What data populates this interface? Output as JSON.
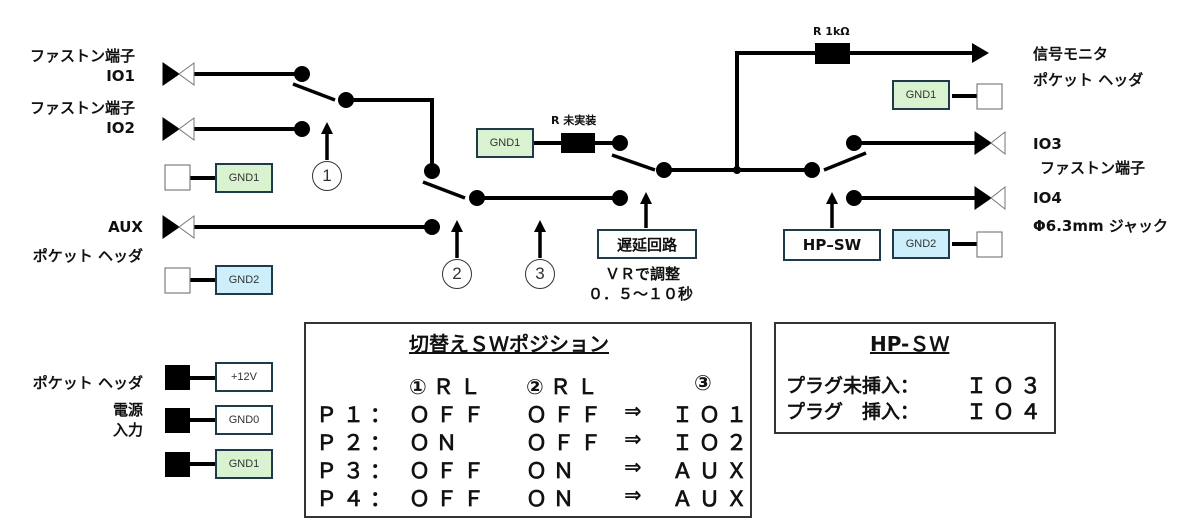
{
  "left_labels": {
    "io1_line1": "ファストン端子",
    "io1_line2": "IO1",
    "io2_line1": "ファストン端子",
    "io2_line2": "IO2",
    "aux_line1": "AUX",
    "aux_line2": "ポケット ヘッダ",
    "power_line1": "ポケット ヘッダ",
    "power_line2": "電源",
    "power_line3": "入力"
  },
  "right_labels": {
    "monitor_line1": "信号モニタ",
    "monitor_line2": "ポケット ヘッダ",
    "io3_line1": "IO3",
    "io3_line2": "ファストン端子",
    "io4_line1": "IO4",
    "io4_line2": "Φ6.3mm ジャック"
  },
  "gnd_boxes": {
    "left_gnd1": "GND1",
    "left_gnd2": "GND2",
    "power_12v": "+12V",
    "power_gnd0": "GND0",
    "power_gnd1": "GND1",
    "mid_gnd1": "GND1",
    "monitor_gnd1": "GND1",
    "io4_gnd2": "GND2"
  },
  "components": {
    "resistor_unmounted": "R 未実装",
    "resistor_1k": "R 1kΩ",
    "delay_circuit": "遅延回路",
    "delay_note_line1": "ＶＲで調整",
    "delay_note_line2": "０．５～１０秒",
    "hp_sw": "HP–SW"
  },
  "switch_markers": [
    "1",
    "2",
    "3"
  ],
  "colors": {
    "gnd1_fill": "#d9f2d0",
    "gnd2_fill": "#cdeffb",
    "wire": "#000000",
    "box_border": "#1f3a4a"
  },
  "sw_table": {
    "title": "切替えＳＷポジション",
    "headers": [
      "",
      "①ＲＬ",
      "②ＲＬ",
      "",
      "③"
    ],
    "rows": [
      {
        "pos": "Ｐ１：",
        "rl1": "ＯＦＦ",
        "rl2": "ＯＦＦ",
        "arrow": "⇒",
        "out": "ＩＯ１"
      },
      {
        "pos": "Ｐ２：",
        "rl1": "ＯＮ",
        "rl2": "ＯＦＦ",
        "arrow": "⇒",
        "out": "ＩＯ２"
      },
      {
        "pos": "Ｐ３：",
        "rl1": "ＯＦＦ",
        "rl2": "ＯＮ",
        "arrow": "⇒",
        "out": "ＡＵＸ"
      },
      {
        "pos": "Ｐ４：",
        "rl1": "ＯＦＦ",
        "rl2": "ＯＮ",
        "arrow": "⇒",
        "out": "ＡＵＸ"
      }
    ]
  },
  "hp_table": {
    "title": "HP-ＳＷ",
    "rows": [
      {
        "label": "プラグ未挿入：",
        "out": "ＩＯ３"
      },
      {
        "label": "プラグ　挿入：",
        "out": "ＩＯ４"
      }
    ]
  }
}
